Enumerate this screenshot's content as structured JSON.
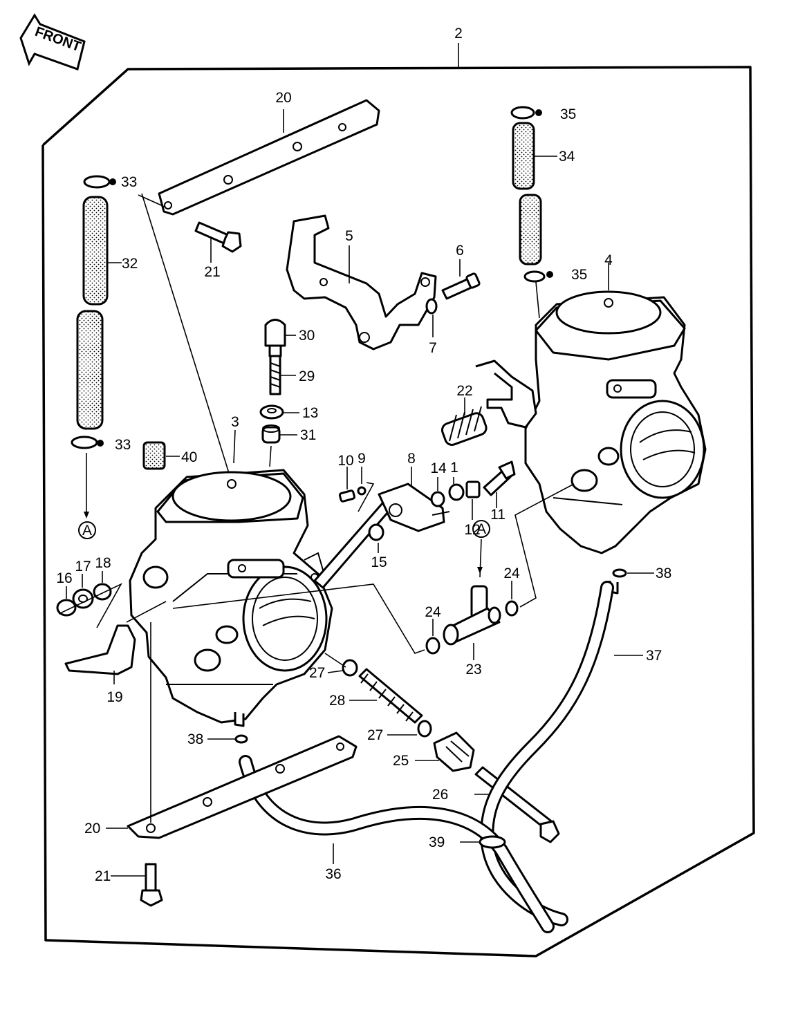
{
  "front_arrow_label": "FRONT",
  "callouts": {
    "c1": "1",
    "c2": "2",
    "c3": "3",
    "c4": "4",
    "c5": "5",
    "c6": "6",
    "c7": "7",
    "c8": "8",
    "c9": "9",
    "c10": "10",
    "c11": "11",
    "c12": "12",
    "c13": "13",
    "c14": "14",
    "c15": "15",
    "c16": "16",
    "c17": "17",
    "c18": "18",
    "c19": "19",
    "c20a": "20",
    "c20b": "20",
    "c21a": "21",
    "c21b": "21",
    "c22": "22",
    "c23": "23",
    "c24a": "24",
    "c24b": "24",
    "c25": "25",
    "c26": "26",
    "c27a": "27",
    "c27b": "27",
    "c28": "28",
    "c29": "29",
    "c30": "30",
    "c31": "31",
    "c32": "32",
    "c33a": "33",
    "c33b": "33",
    "c34": "34",
    "c35a": "35",
    "c35b": "35",
    "c36": "36",
    "c37": "37",
    "c38a": "38",
    "c38b": "38",
    "c39": "39",
    "c40": "40"
  },
  "ref_marks": {
    "left": "A",
    "right": "A"
  }
}
